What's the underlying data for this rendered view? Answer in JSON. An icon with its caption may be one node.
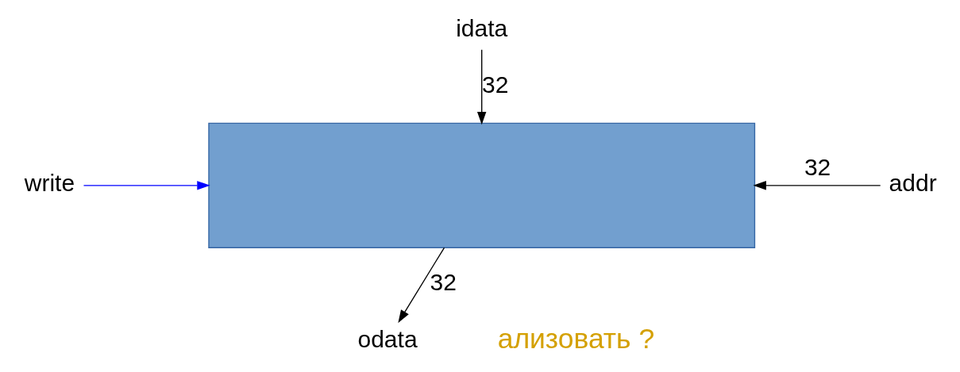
{
  "diagram": {
    "nodes": [
      {
        "text": [],
        "shape": "box"
      },
      {
        "text": [
          "idata"
        ]
      },
      {
        "text": [
          "write"
        ]
      },
      {
        "text": [
          "addr"
        ]
      },
      {
        "text": [
          "odata"
        ]
      }
    ],
    "edges": [
      {
        "from": 1,
        "to": 0,
        "arrow": "to",
        "label": "32"
      },
      {
        "from": 2,
        "to": 0,
        "arrow": "to",
        "color": "#0000ff"
      },
      {
        "from": 3,
        "to": 0,
        "arrow": "to",
        "label": "32"
      },
      {
        "from": 0,
        "to": 4,
        "arrow": "to",
        "label": "32"
      }
    ],
    "labels": [
      "ализовать ?"
    ]
  }
}
